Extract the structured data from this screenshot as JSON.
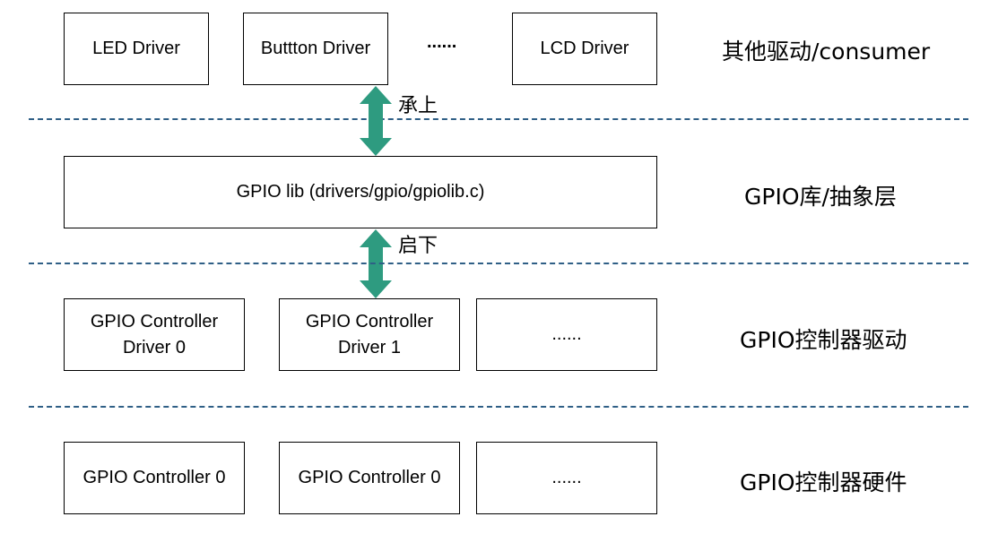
{
  "top_row": {
    "boxes": [
      "LED Driver",
      "Buttton Driver",
      "LCD Driver"
    ],
    "ellipsis": "......",
    "layer_label": "其他驱动/consumer"
  },
  "arrow_up": {
    "label": "承上",
    "color": "#2e9b80"
  },
  "gpiolib": {
    "box": "GPIO lib (drivers/gpio/gpiolib.c)",
    "layer_label": "GPIO库/抽象层"
  },
  "arrow_down": {
    "label": "启下",
    "color": "#2e9b80"
  },
  "controller_drivers": {
    "boxes": [
      [
        "GPIO Controller",
        "Driver 0"
      ],
      [
        "GPIO Controller",
        "Driver 1"
      ]
    ],
    "ellipsis": "......",
    "layer_label": "GPIO控制器驱动"
  },
  "hardware": {
    "boxes": [
      "GPIO Controller 0",
      "GPIO Controller 0"
    ],
    "ellipsis": "......",
    "layer_label": "GPIO控制器硬件"
  },
  "separator_color": "#2f5f86"
}
